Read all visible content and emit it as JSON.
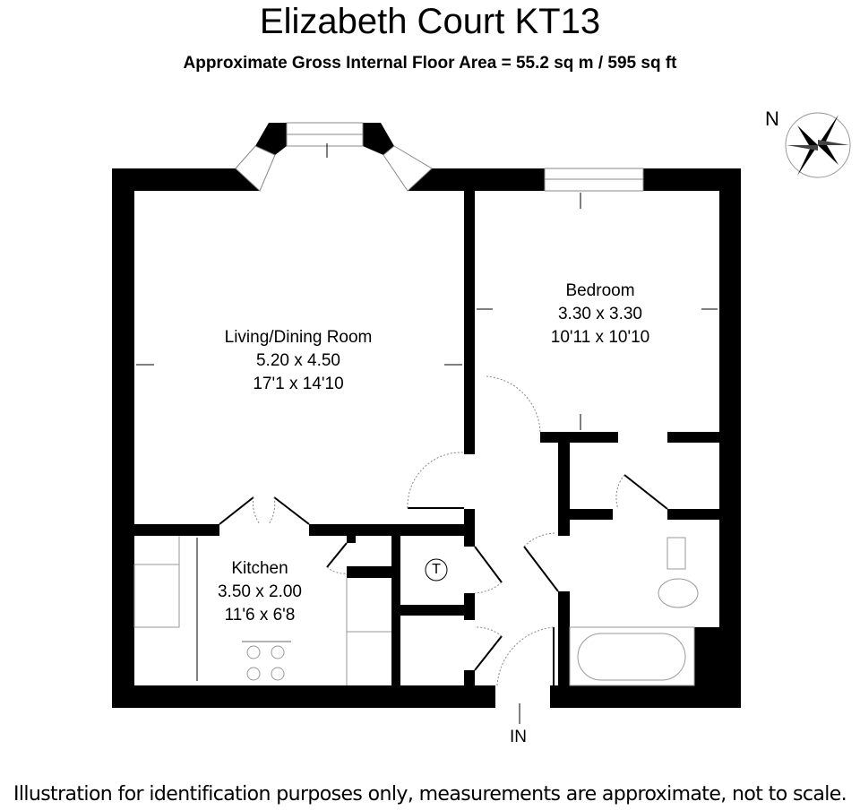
{
  "header": {
    "title": "Elizabeth Court KT13",
    "subtitle": "Approximate Gross Internal Floor Area  = 55.2 sq m  / 595 sq ft"
  },
  "compass": {
    "label": "N"
  },
  "rooms": [
    {
      "name": "Living/Dining Room",
      "metric": "5.20 x 4.50",
      "imperial": "17'1 x 14'10"
    },
    {
      "name": "Bedroom",
      "metric": "3.30 x 3.30",
      "imperial": "10'11 x 10'10"
    },
    {
      "name": "Kitchen",
      "metric": "3.50 x 2.00",
      "imperial": "11'6 x 6'8"
    }
  ],
  "cupboard_label": "T",
  "entrance_label": "IN",
  "footer": "Illustration for identification purposes only, measurements are approximate, not to scale."
}
